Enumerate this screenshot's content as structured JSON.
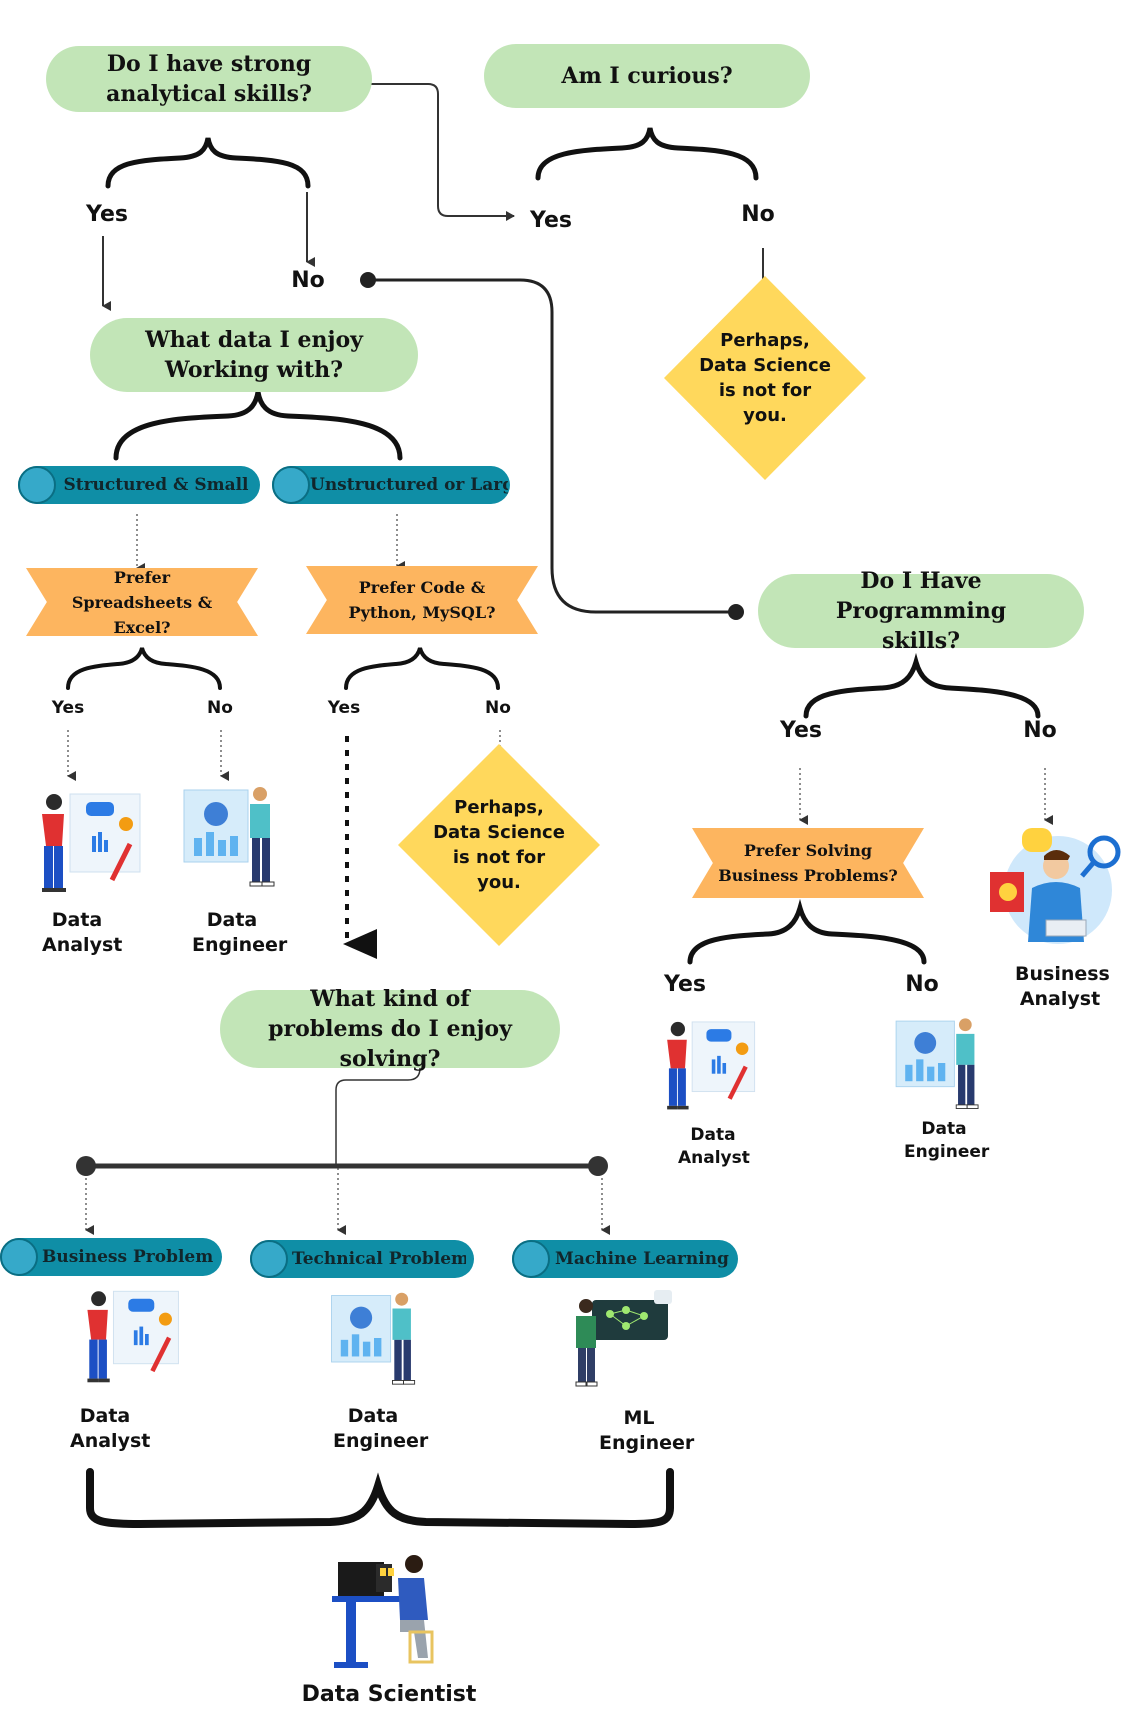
{
  "questions": {
    "analytical": "Do I have strong analytical skills?",
    "curious": "Am I curious?",
    "data_enjoy": "What data I enjoy Working with?",
    "programming": "Do I Have Programming skills?",
    "problems": "What kind of problems do I enjoy solving?"
  },
  "answers": {
    "yes": "Yes",
    "no": "No"
  },
  "data_types": {
    "structured": "Structured & Small",
    "unstructured": "Unstructured or Large"
  },
  "preferences": {
    "spreadsheets": "Prefer Spreadsheets & Excel?",
    "code": "Prefer Code & Python, MySQL?",
    "business": "Prefer Solving Business Problems?"
  },
  "not_for_you": "Perhaps, Data Science is not for you.",
  "problem_types": {
    "business": "Business Problems",
    "technical": "Technical Problems",
    "ml": "Machine Learning"
  },
  "roles": {
    "data_analyst": "Data Analyst",
    "data_engineer": "Data Engineer",
    "business_analyst": "Business Analyst",
    "ml_engineer": "ML Engineer",
    "data_scientist": "Data Scientist"
  },
  "colors": {
    "pill_green": "#c2e5b7",
    "teal": "#0f8ea6",
    "ribbon_orange": "#fdb55f",
    "diamond_yellow": "#ffd85c"
  }
}
